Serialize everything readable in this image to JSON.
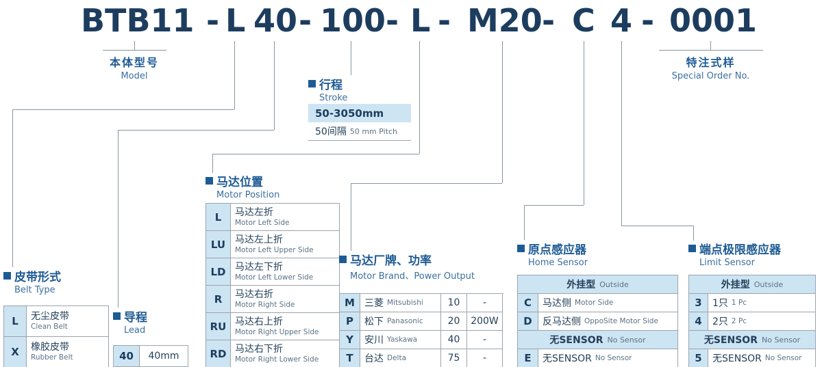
{
  "colors": {
    "navy": "#1d3d5f",
    "heading_blue": "#1e5b94",
    "light_blue": "#cde4f3",
    "border": "#9aa4ac",
    "line": "#8795a0"
  },
  "model_code": {
    "full": "BTB11 - L 40 - 100 - L - M20 - C 4 - 0001",
    "segments": [
      "BTB11",
      "-",
      "L",
      "40",
      "-",
      "100",
      "-",
      "L",
      "-",
      "M20",
      "-",
      "C",
      "4",
      "-",
      "0001"
    ]
  },
  "labels": {
    "model": {
      "zh": "本体型号",
      "en": "Model"
    },
    "special_order": {
      "zh": "特注式样",
      "en": "Special Order No."
    }
  },
  "stroke": {
    "zh": "行程",
    "en": "Stroke",
    "range": "50-3050mm",
    "pitch_zh": "50间隔",
    "pitch_en": "50 mm Pitch"
  },
  "belt_type": {
    "zh": "皮带形式",
    "en": "Belt Type",
    "rows": [
      {
        "code": "L",
        "zh": "无尘皮带",
        "en": "Clean Belt"
      },
      {
        "code": "X",
        "zh": "橡胶皮带",
        "en": "Rubber Belt"
      }
    ]
  },
  "lead": {
    "zh": "导程",
    "en": "Lead",
    "code": "40",
    "value": "40mm"
  },
  "motor_position": {
    "zh": "马达位置",
    "en": "Motor Position",
    "rows": [
      {
        "code": "L",
        "zh": "马达左折",
        "en": "Motor Left Side"
      },
      {
        "code": "LU",
        "zh": "马达左上折",
        "en": "Motor Left Upper Side"
      },
      {
        "code": "LD",
        "zh": "马达左下折",
        "en": "Motor Left Lower Side"
      },
      {
        "code": "R",
        "zh": "马达右折",
        "en": "Motor Right Side"
      },
      {
        "code": "RU",
        "zh": "马达右上折",
        "en": "Motor Right Upper Side"
      },
      {
        "code": "RD",
        "zh": "马达右下折",
        "en": "Motor Right Lower Side"
      }
    ]
  },
  "motor_brand": {
    "zh": "马达厂牌、功率",
    "en": "Motor Brand、Power Output",
    "rows": [
      {
        "code": "M",
        "brand_zh": "三菱",
        "brand_en": "Mitsubishi",
        "power_code": "10",
        "power": "-"
      },
      {
        "code": "P",
        "brand_zh": "松下",
        "brand_en": "Panasonic",
        "power_code": "20",
        "power": "200W"
      },
      {
        "code": "Y",
        "brand_zh": "安川",
        "brand_en": "Yaskawa",
        "power_code": "40",
        "power": "-"
      },
      {
        "code": "T",
        "brand_zh": "台达",
        "brand_en": "Delta",
        "power_code": "75",
        "power": "-"
      }
    ]
  },
  "home_sensor": {
    "zh": "原点感应器",
    "en": "Home Sensor",
    "outside_zh": "外挂型",
    "outside_en": "Outside",
    "rows": [
      {
        "code": "C",
        "zh": "马达侧",
        "en": "Motor Side"
      },
      {
        "code": "D",
        "zh": "反马达侧",
        "en": "OppoSite Motor Side"
      }
    ],
    "nosensor_zh": "无SENSOR",
    "nosensor_en": "No Sensor",
    "rows2": [
      {
        "code": "E",
        "zh": "无SENSOR",
        "en": "No Sensor"
      }
    ]
  },
  "limit_sensor": {
    "zh": "端点极限感应器",
    "en": "Limit Sensor",
    "outside_zh": "外挂型",
    "outside_en": "Outside",
    "rows": [
      {
        "code": "3",
        "zh": "1只",
        "en": "1 Pc"
      },
      {
        "code": "4",
        "zh": "2只",
        "en": "2 Pc"
      }
    ],
    "nosensor_zh": "无SENSOR",
    "nosensor_en": "No Sensor",
    "rows2": [
      {
        "code": "5",
        "zh": "无SENSOR",
        "en": "No Sensor"
      }
    ]
  }
}
